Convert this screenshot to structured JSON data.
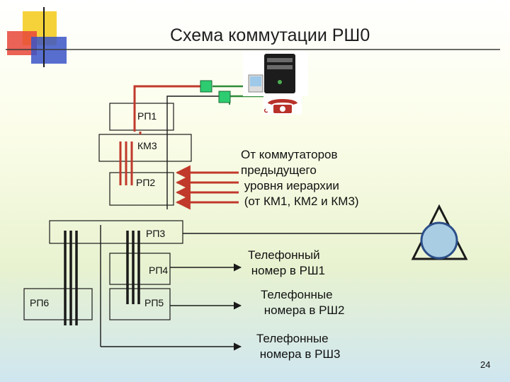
{
  "title": "Схема коммутации РШ0",
  "labels": {
    "rp1": "РП1",
    "km3": "КМ3",
    "rp2": "РП2",
    "rp3": "РП3",
    "rp4": "РП4",
    "rp5": "РП5",
    "rp6": "РП6"
  },
  "notes": {
    "from_switches": [
      "От коммутаторов",
      "предыдущего",
      " уровня иерархии",
      " (от КМ1, КМ2 и КМ3)"
    ],
    "rsh1": [
      "Телефонный",
      " номер в РШ1"
    ],
    "rsh2": [
      "Телефонные",
      " номера в РШ2"
    ],
    "rsh3": [
      "Телефонные",
      " номера в РШ3"
    ]
  },
  "page_number": "24",
  "colors": {
    "red_line": "#c0392b",
    "green_line": "#2e8b3a",
    "green_node": "#2ecc71",
    "dark_line": "#1a1a1a"
  },
  "icons": [
    "computer-icon",
    "telephone-icon"
  ]
}
